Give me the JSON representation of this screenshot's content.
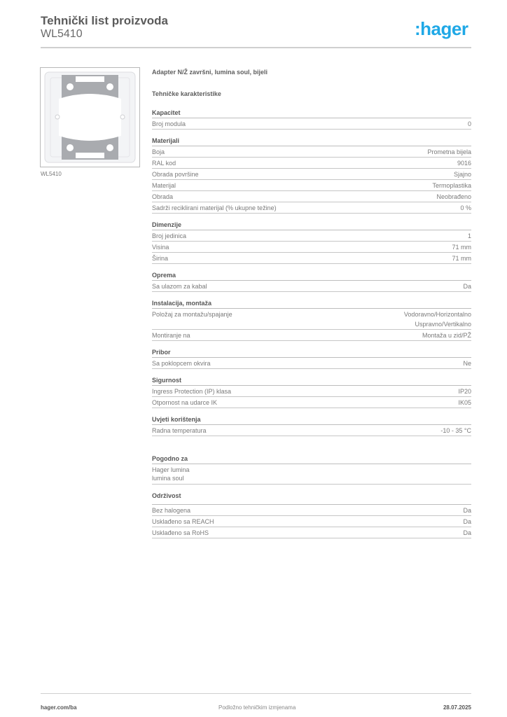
{
  "header": {
    "title": "Tehnički list proizvoda",
    "product_code": "WL5410",
    "logo": ":hager",
    "brand_color": "#1fa8e6"
  },
  "image": {
    "caption": "WL5410",
    "alt": "white square adapter frame with grey mounting plates"
  },
  "product": {
    "name": "Adapter N/Ž završni, lumina soul, bijeli",
    "tech_heading": "Tehničke karakteristike"
  },
  "sections": [
    {
      "title": "Kapacitet",
      "rows": [
        [
          "Broj modula",
          "0"
        ]
      ]
    },
    {
      "title": "Materijali",
      "rows": [
        [
          "Boja",
          "Prometna bijela"
        ],
        [
          "RAL kod",
          "9016"
        ],
        [
          "Obrada površine",
          "Sjajno"
        ],
        [
          "Materijal",
          "Termoplastika"
        ],
        [
          "Obrada",
          "Neobrađeno"
        ],
        [
          "Sadrži reciklirani materijal (% ukupne težine)",
          "0 %"
        ]
      ]
    },
    {
      "title": "Dimenzije",
      "rows": [
        [
          "Broj jedinica",
          "1"
        ],
        [
          "Visina",
          "71 mm"
        ],
        [
          "Širina",
          "71 mm"
        ]
      ]
    },
    {
      "title": "Oprema",
      "rows": [
        [
          "Sa ulazom za kabal",
          "Da"
        ]
      ]
    },
    {
      "title": "Instalacija, montaža",
      "rows": [
        [
          "Položaj za montažu/spajanje",
          "Vodoravno/Horizontalno\nUspravno/Vertikalno"
        ],
        [
          "Montiranje na",
          "Montaža u zid/PŽ"
        ]
      ]
    },
    {
      "title": "Pribor",
      "rows": [
        [
          "Sa poklopcem okvira",
          "Ne"
        ]
      ]
    },
    {
      "title": "Sigurnost",
      "rows": [
        [
          "Ingress Protection (IP) klasa",
          "IP20"
        ],
        [
          "Otpornost na udarce IK",
          "IK05"
        ]
      ]
    },
    {
      "title": "Uvjeti korištenja",
      "rows": [
        [
          "Radna temperatura",
          "-10 - 35 °C"
        ]
      ]
    }
  ],
  "suitable_for": {
    "title": "Pogodno za",
    "items": [
      "Hager lumina",
      "lumina soul"
    ]
  },
  "sustainability": {
    "title": "Održivost",
    "rows": [
      [
        "Bez halogena",
        "Da"
      ],
      [
        "Usklađeno sa REACH",
        "Da"
      ],
      [
        "Usklađeno sa RoHS",
        "Da"
      ]
    ]
  },
  "footer": {
    "website": "hager.com/ba",
    "notice": "Podložno tehničkim izmjenama",
    "date": "28.07.2025"
  }
}
